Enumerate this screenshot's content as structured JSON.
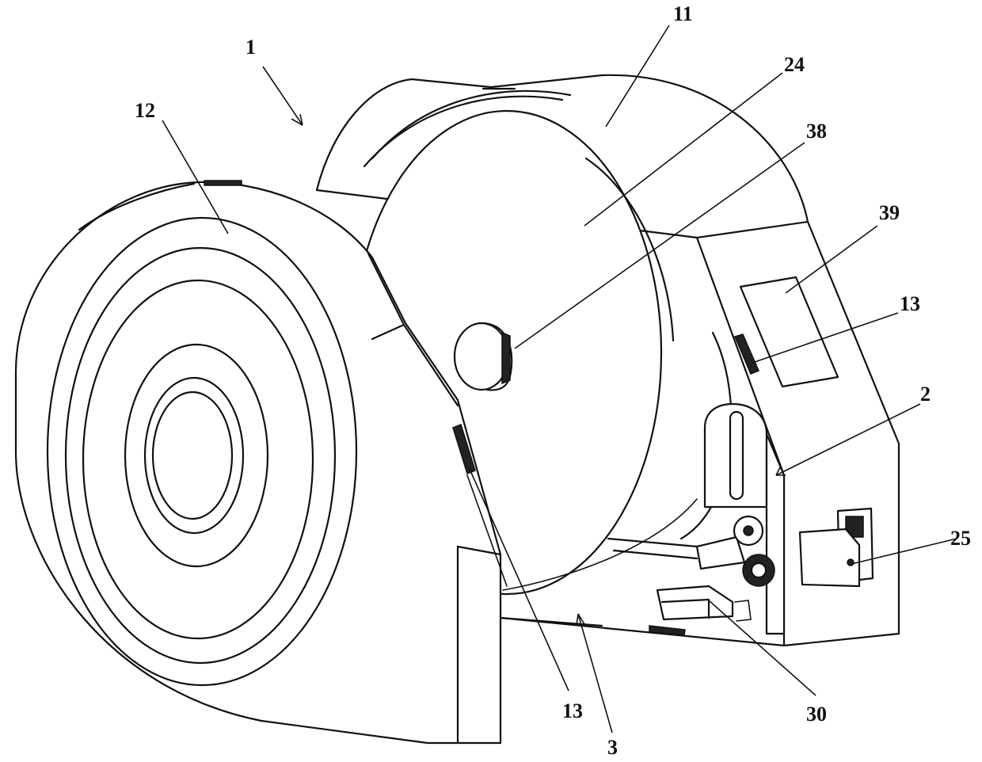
{
  "figure": {
    "labels": {
      "assembly": "1",
      "housing_rear": "11",
      "housing_front": "12",
      "slot_upper": "13",
      "slot_lower": "13",
      "plunger_unit": "2",
      "drum": "24",
      "switch": "25",
      "hub": "38",
      "display": "39",
      "cavity": "3",
      "actuator": "30"
    }
  }
}
